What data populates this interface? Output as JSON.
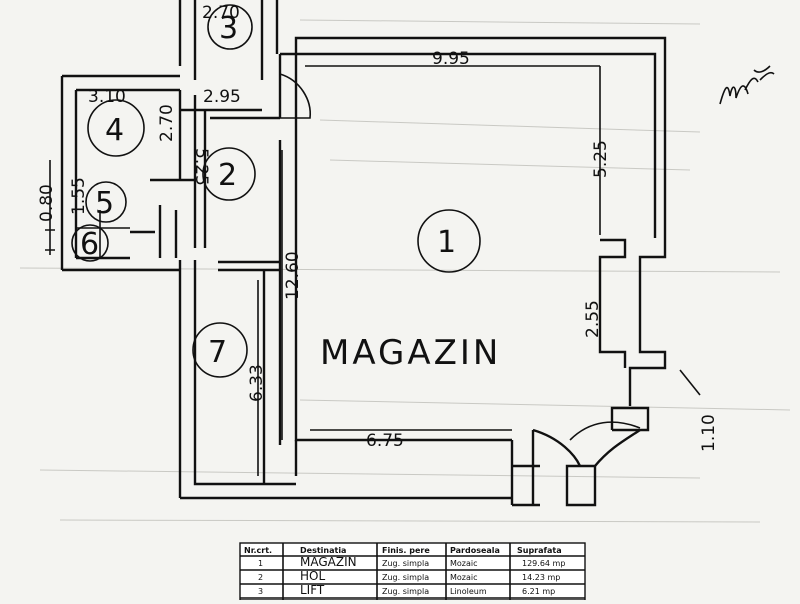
{
  "plan": {
    "title": "MAGAZIN",
    "dimensions": {
      "lift_width": "2.70",
      "magazin_width": "9.95",
      "room4_width": "3.10",
      "corridor_width": "2.95",
      "room4_height": "2.70",
      "hol_height": "5.25",
      "upper_right_height": "5.25",
      "room5_side": "0.80",
      "room5_height": "1.55",
      "magazin_height": "12.60",
      "window_height": "2.55",
      "room7_height": "6.33",
      "bottom_width": "6.75",
      "door_height": "1.10"
    },
    "rooms": [
      "1",
      "2",
      "3",
      "4",
      "5",
      "6",
      "7"
    ],
    "signature": "signature"
  },
  "table": {
    "headers": [
      "Nr.crt.",
      "Destinatia",
      "Finis. pere",
      "Pardoseala",
      "Suprafata"
    ],
    "rows": [
      [
        "1",
        "MAGAZIN",
        "Zug. simpla",
        "Mozaic",
        "129.64 mp"
      ],
      [
        "2",
        "HOL",
        "Zug. simpla",
        "Mozaic",
        "14.23 mp"
      ],
      [
        "3",
        "LIFT",
        "Zug. simpla",
        "Linoleum",
        "6.21 mp"
      ]
    ]
  }
}
